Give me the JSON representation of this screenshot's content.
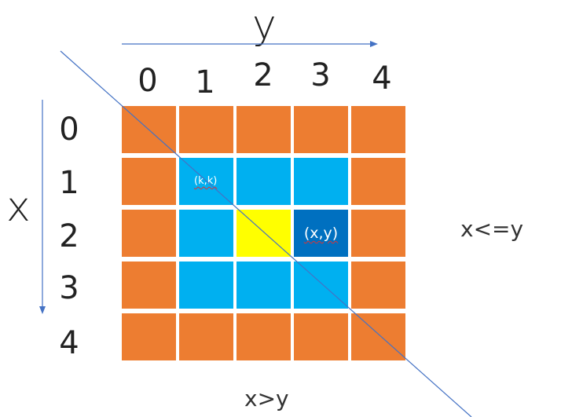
{
  "axes": {
    "y_title": "y",
    "x_title": "x"
  },
  "columns": [
    "0",
    "1",
    "2",
    "3",
    "4"
  ],
  "rows": [
    "0",
    "1",
    "2",
    "3",
    "4"
  ],
  "grid": [
    [
      "border",
      "border",
      "border",
      "border",
      "border"
    ],
    [
      "border",
      "inner",
      "inner",
      "inner",
      "border"
    ],
    [
      "border",
      "inner",
      "highlight",
      "selected",
      "border"
    ],
    [
      "border",
      "inner",
      "inner",
      "inner",
      "border"
    ],
    [
      "border",
      "border",
      "border",
      "border",
      "border"
    ]
  ],
  "cell_labels": [
    {
      "row": 1,
      "col": 1,
      "text": "(k,k)"
    },
    {
      "row": 2,
      "col": 3,
      "text": "(x,y)"
    }
  ],
  "region_labels": {
    "upper": "x<=y",
    "lower": "x>y"
  },
  "colors": {
    "border": "#ED7D31",
    "inner": "#00B0F0",
    "highlight": "#FFFF00",
    "selected": "#0070C0",
    "arrow": "#4472C4",
    "diagonal": "#4472C4"
  }
}
